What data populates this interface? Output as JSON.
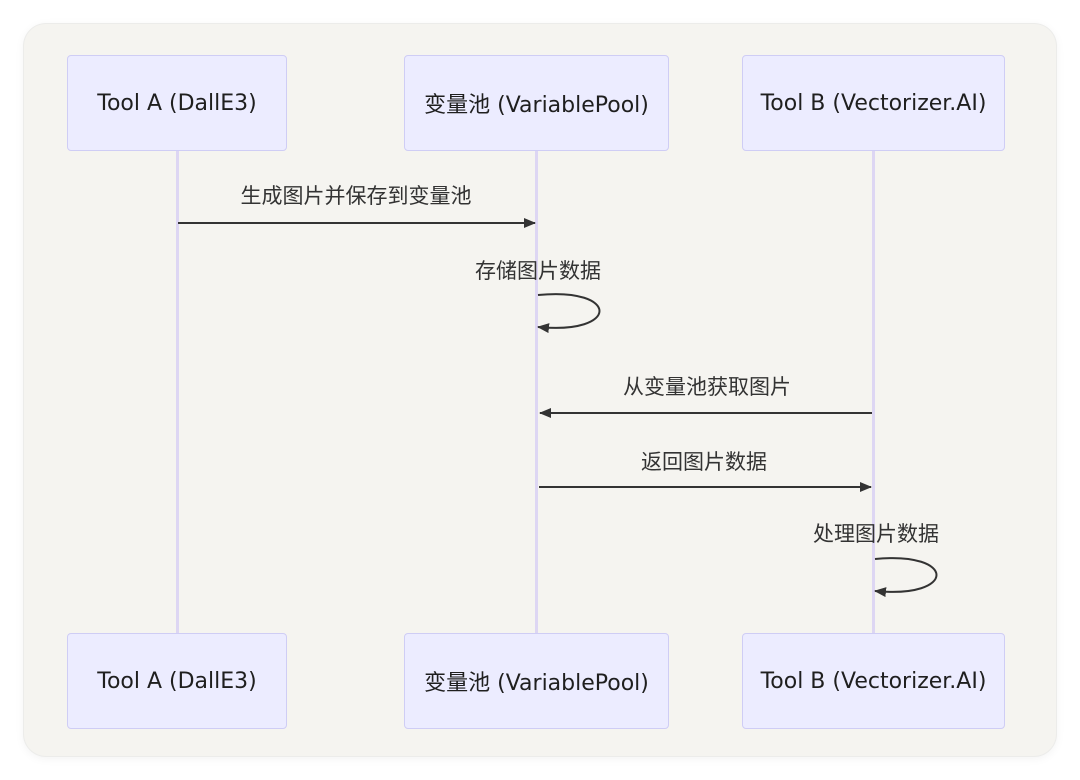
{
  "participants": [
    {
      "id": "toolA",
      "label": "Tool A (DallE3)"
    },
    {
      "id": "pool",
      "label": "变量池 (VariablePool)"
    },
    {
      "id": "toolB",
      "label": "Tool B (Vectorizer.AI)"
    }
  ],
  "messages": [
    {
      "from": "toolA",
      "to": "pool",
      "label": "生成图片并保存到变量池"
    },
    {
      "from": "pool",
      "to": "pool",
      "label": "存储图片数据"
    },
    {
      "from": "toolB",
      "to": "pool",
      "label": "从变量池获取图片"
    },
    {
      "from": "pool",
      "to": "toolB",
      "label": "返回图片数据"
    },
    {
      "from": "toolB",
      "to": "toolB",
      "label": "处理图片数据"
    }
  ],
  "colors": {
    "background": "#f5f4f0",
    "actor_fill": "#ececff",
    "actor_border": "#cfcdf5",
    "lifeline": "#ddd6f3",
    "arrow": "#333333"
  }
}
